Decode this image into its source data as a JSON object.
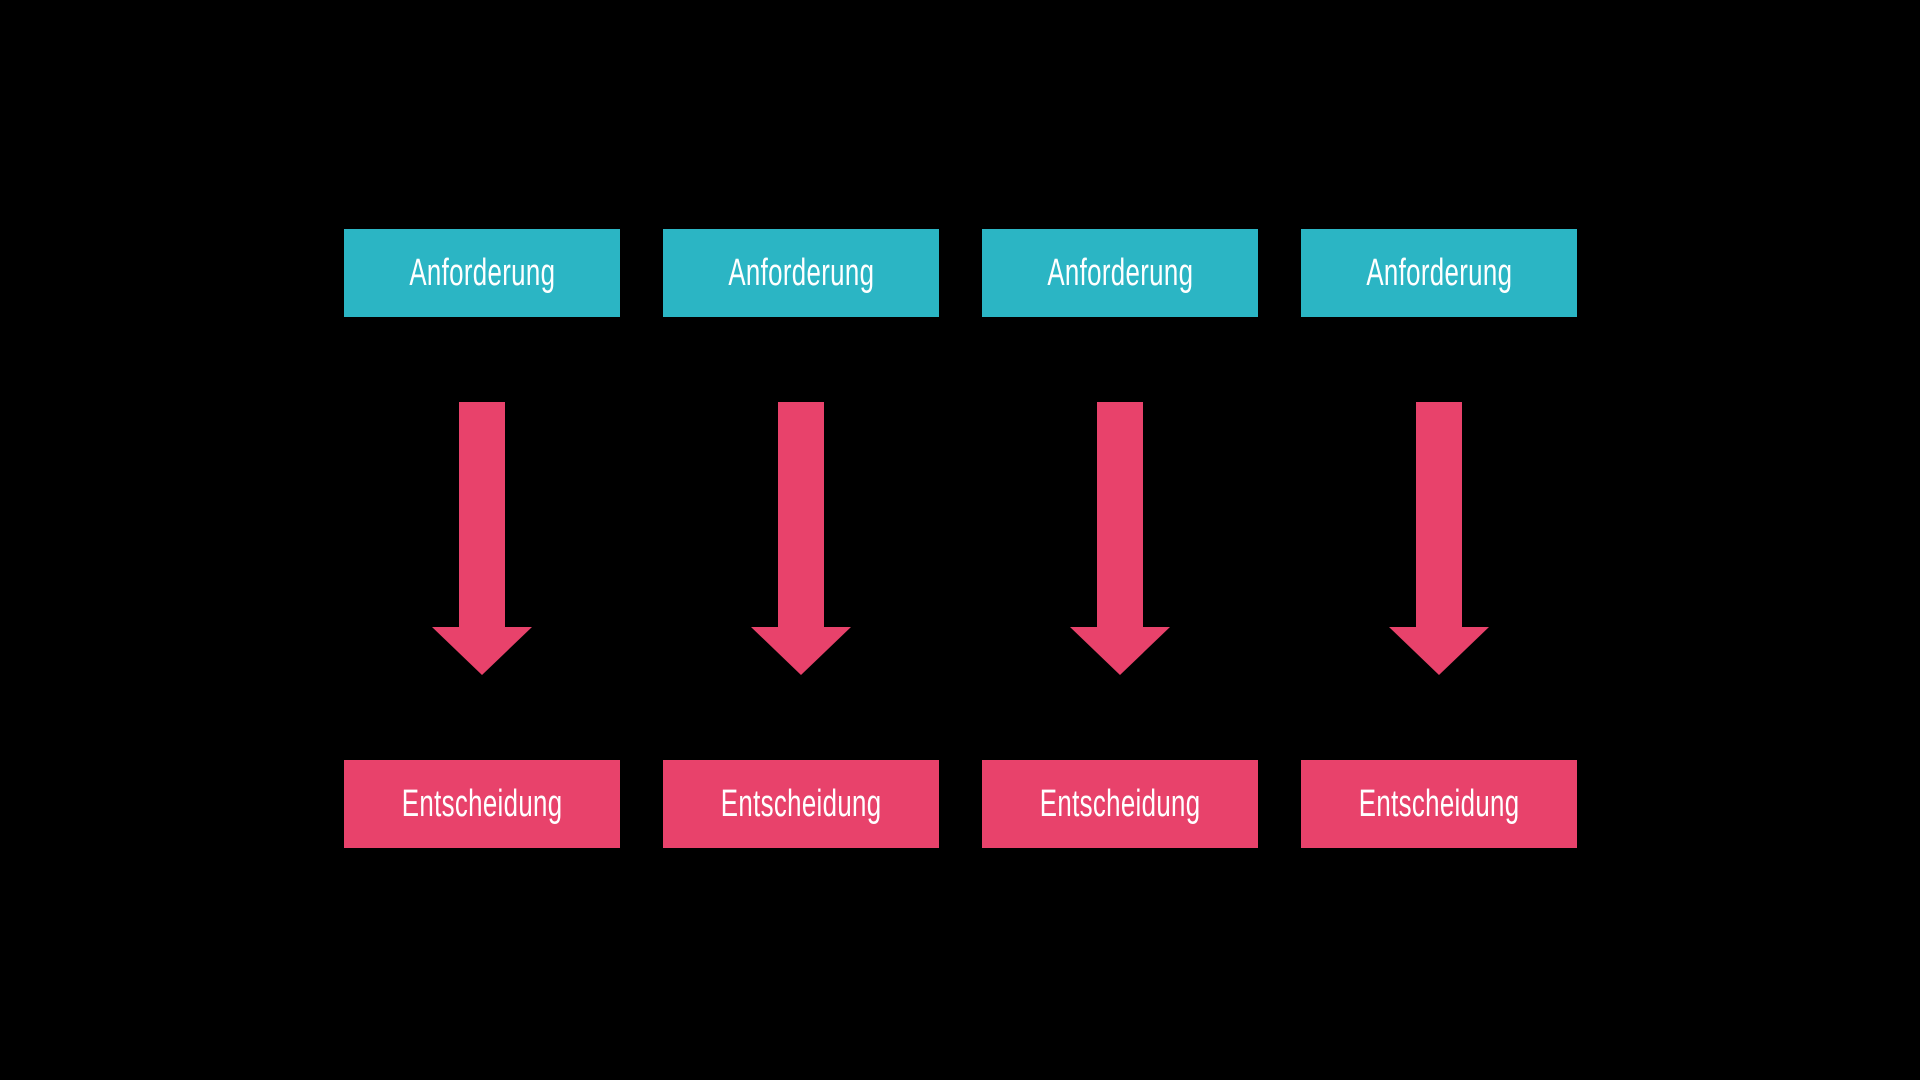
{
  "colors": {
    "background": "#000000",
    "requirement_box": "#2bb5c4",
    "decision_box": "#e8426b",
    "arrow": "#e8426b",
    "label_text": "#ffffff"
  },
  "diagram": {
    "columns": [
      {
        "top": "Anforderung",
        "bottom": "Entscheidung",
        "connector": "down-arrow"
      },
      {
        "top": "Anforderung",
        "bottom": "Entscheidung",
        "connector": "down-arrow"
      },
      {
        "top": "Anforderung",
        "bottom": "Entscheidung",
        "connector": "down-arrow"
      },
      {
        "top": "Anforderung",
        "bottom": "Entscheidung",
        "connector": "down-arrow"
      }
    ]
  }
}
